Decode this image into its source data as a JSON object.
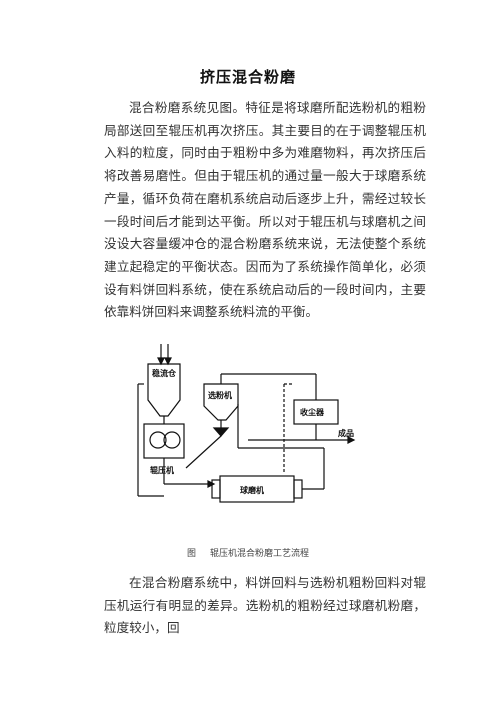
{
  "document": {
    "title": "挤压混合粉磨",
    "paragraph1": "混合粉磨系统见图。特征是将球磨所配选粉机的粗粉局部送回至辊压机再次挤压。其主要目的在于调整辊压机入料的粒度，同时由于粗粉中多为难磨物料，再次挤压后将改善易磨性。但由于辊压机的通过量一般大于球磨系统产量，循环负荷在磨机系统启动后逐步上升，需经过较长一段时间后才能到达平衡。所以对于辊压机与球磨机之间没设大容量缓冲仓的混合粉磨系统来说，无法使整个系统建立起稳定的平衡状态。因而为了系统操作简单化，必须设有料饼回料系统，使在系统启动后的一段时间内，主要依靠料饼回料来调整系统料流的平衡。",
    "paragraph2": "在混合粉磨系统中，料饼回料与选粉机粗粉回料对辊压机运行有明显的差异。选粉机的粗粉经过球磨机粉磨，粒度较小，回",
    "figure": {
      "label_bin": "稳流仓",
      "label_separator": "选粉机",
      "label_dust": "收尘器",
      "label_product": "成品",
      "label_press": "辊压机",
      "label_ballmill": "球磨机",
      "caption_prefix": "图",
      "caption_text": "辊压机混合粉磨工艺流程"
    }
  }
}
